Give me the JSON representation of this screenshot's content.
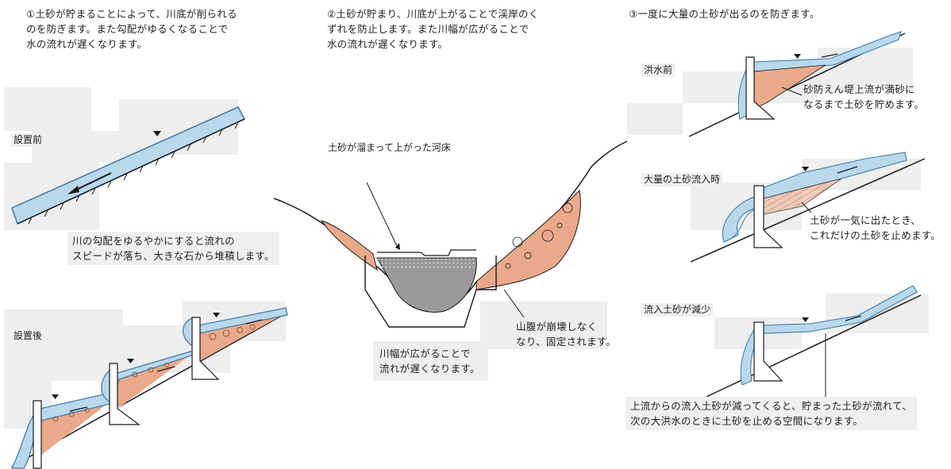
{
  "colors": {
    "water": "#b9d8ec",
    "water_stroke": "#3a79a8",
    "sediment": "#e9a98a",
    "riverbed_gray": "#9a9a9a",
    "line": "#1a1a1a",
    "text_bg": "#efefef"
  },
  "panel1": {
    "caption": "①土砂が貯まることによって、川底が削られる\nのを防ぎます。また勾配がゆるくなることで\n水の流れが遅くなります。",
    "before_label": "設置前",
    "middle_note": "川の勾配をゆるやかにすると流れの\nスピードが落ち、大きな石から堆積します。",
    "after_label": "設置後"
  },
  "panel2": {
    "caption": "②土砂が貯まり、川底が上がることで渓岸のく\nずれを防止します。また川幅が広がることで\n水の流れが遅くなります。",
    "raised_bed_label": "土砂が溜まって上がった河床",
    "bottom_note": "川幅が広がることで\n流れが遅くなります。",
    "slope_note": "山腹が崩壊しなく\nなり、固定されます。"
  },
  "panel3": {
    "caption": "③一度に大量の土砂が出るのを防ぎます。",
    "before_flood_label": "洪水前",
    "before_flood_note": "砂防えん堤上流が満砂に\nなるまで土砂を貯めます。",
    "large_inflow_label": "大量の土砂流入時",
    "large_inflow_note": "土砂が一気に出たとき、\nこれだけの土砂を止めます。",
    "reduced_label": "流入土砂が減少",
    "reduced_note": "上流からの流入土砂が減ってくると、貯まった土砂が流れて、\n次の大洪水のときに土砂を止める空間になります。"
  }
}
